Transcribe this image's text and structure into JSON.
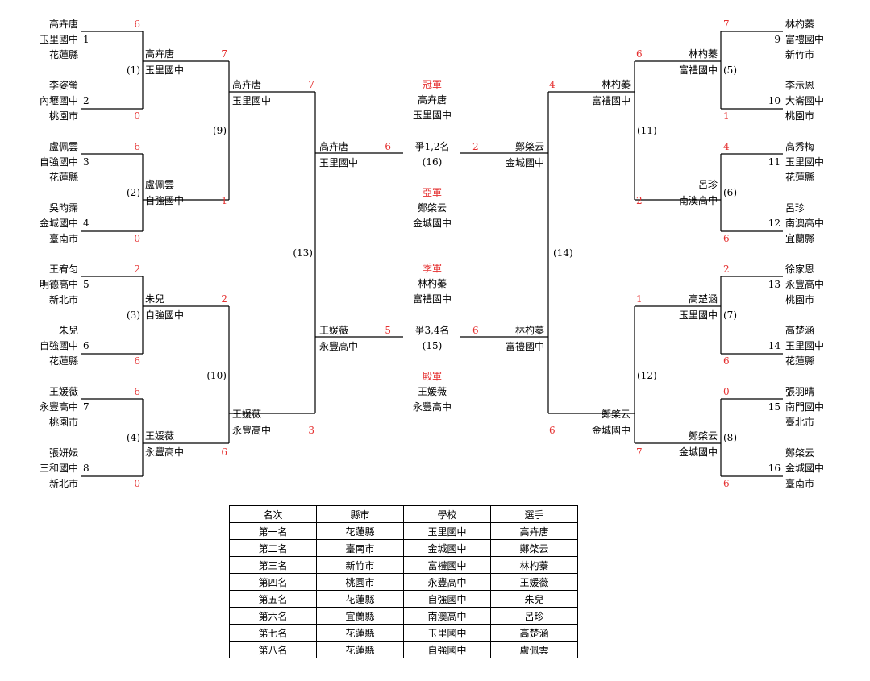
{
  "left_entries": [
    {
      "seed": "1",
      "name": "高卉唐",
      "school": "玉里國中",
      "county": "花蓮縣",
      "score": "6"
    },
    {
      "seed": "2",
      "name": "李姿瑩",
      "school": "內壢國中",
      "county": "桃園市",
      "score": "0"
    },
    {
      "seed": "3",
      "name": "盧佩雲",
      "school": "自強國中",
      "county": "花蓮縣",
      "score": "6"
    },
    {
      "seed": "4",
      "name": "吳昀霈",
      "school": "金城國中",
      "county": "臺南市",
      "score": "0"
    },
    {
      "seed": "5",
      "name": "王宥匀",
      "school": "明德高中",
      "county": "新北市",
      "score": "2"
    },
    {
      "seed": "6",
      "name": "朱兒",
      "school": "自強國中",
      "county": "花蓮縣",
      "score": "6"
    },
    {
      "seed": "7",
      "name": "王媛薇",
      "school": "永豐高中",
      "county": "桃園市",
      "score": "6"
    },
    {
      "seed": "8",
      "name": "張妍妘",
      "school": "三和國中",
      "county": "新北市",
      "score": "0"
    }
  ],
  "right_entries": [
    {
      "seed": "9",
      "name": "林杓蓁",
      "school": "富禮國中",
      "county": "新竹市",
      "score": "7"
    },
    {
      "seed": "10",
      "name": "李示恩",
      "school": "大崙國中",
      "county": "桃園市",
      "score": "1"
    },
    {
      "seed": "11",
      "name": "高秀梅",
      "school": "玉里國中",
      "county": "花蓮縣",
      "score": "4"
    },
    {
      "seed": "12",
      "name": "呂珍",
      "school": "南澳高中",
      "county": "宜蘭縣",
      "score": "6"
    },
    {
      "seed": "13",
      "name": "徐家恩",
      "school": "永豐高中",
      "county": "桃園市",
      "score": "2"
    },
    {
      "seed": "14",
      "name": "高楚涵",
      "school": "玉里國中",
      "county": "花蓮縣",
      "score": "6"
    },
    {
      "seed": "15",
      "name": "張羽晴",
      "school": "南門國中",
      "county": "臺北市",
      "score": "0"
    },
    {
      "seed": "16",
      "name": "鄭棨云",
      "school": "金城國中",
      "county": "臺南市",
      "score": "6"
    }
  ],
  "left_r2": [
    {
      "name": "高卉唐",
      "school": "玉里國中",
      "score": "7",
      "match": "(1)"
    },
    {
      "name": "盧佩雲",
      "school": "自強國中",
      "score": "1",
      "match": "(2)"
    },
    {
      "name": "朱兒",
      "school": "自強國中",
      "score": "2",
      "match": "(3)"
    },
    {
      "name": "王媛薇",
      "school": "永豐高中",
      "score": "6",
      "match": "(4)"
    }
  ],
  "right_r2": [
    {
      "name": "林杓蓁",
      "school": "富禮國中",
      "score": "6",
      "match": "(5)"
    },
    {
      "name": "呂珍",
      "school": "南澳高中",
      "score": "2",
      "match": "(6)"
    },
    {
      "name": "高楚涵",
      "school": "玉里國中",
      "score": "1",
      "match": "(7)"
    },
    {
      "name": "鄭棨云",
      "school": "金城國中",
      "score": "7",
      "match": "(8)"
    }
  ],
  "left_r3": [
    {
      "name": "高卉唐",
      "school": "玉里國中",
      "score": "7",
      "match": "(9)"
    },
    {
      "name": "王媛薇",
      "school": "永豐高中",
      "score": "3",
      "match": "(10)"
    }
  ],
  "right_r3": [
    {
      "name": "林杓蓁",
      "school": "富禮國中",
      "score": "4",
      "match": "(11)"
    },
    {
      "name": "鄭棨云",
      "school": "金城國中",
      "score": "6",
      "match": "(12)"
    }
  ],
  "left_r4": [
    {
      "name": "高卉唐",
      "school": "玉里國中",
      "score": "6"
    },
    {
      "name": "王媛薇",
      "school": "永豐高中",
      "score": "5"
    }
  ],
  "left_r4_match": "(13)",
  "right_r4": [
    {
      "name": "鄭棨云",
      "school": "金城國中",
      "score": "2"
    },
    {
      "name": "林杓蓁",
      "school": "富禮國中",
      "score": "6"
    }
  ],
  "right_r4_match": "(14)",
  "final": {
    "label": "爭1,2名",
    "match": "(16)"
  },
  "third": {
    "label": "爭3,4名",
    "match": "(15)"
  },
  "placements": [
    {
      "title": "冠軍",
      "name": "高卉唐",
      "school": "玉里國中"
    },
    {
      "title": "亞軍",
      "name": "鄭棨云",
      "school": "金城國中"
    },
    {
      "title": "季軍",
      "name": "林杓蓁",
      "school": "富禮國中"
    },
    {
      "title": "殿軍",
      "name": "王媛薇",
      "school": "永豐高中"
    }
  ],
  "results_table": {
    "headers": [
      "名次",
      "縣市",
      "學校",
      "選手"
    ],
    "rows": [
      [
        "第一名",
        "花蓮縣",
        "玉里國中",
        "高卉唐"
      ],
      [
        "第二名",
        "臺南市",
        "金城國中",
        "鄭棨云"
      ],
      [
        "第三名",
        "新竹市",
        "富禮國中",
        "林杓蓁"
      ],
      [
        "第四名",
        "桃園市",
        "永豐高中",
        "王媛薇"
      ],
      [
        "第五名",
        "花蓮縣",
        "自強國中",
        "朱兒"
      ],
      [
        "第六名",
        "宜蘭縣",
        "南澳高中",
        "呂珍"
      ],
      [
        "第七名",
        "花蓮縣",
        "玉里國中",
        "高楚涵"
      ],
      [
        "第八名",
        "花蓮縣",
        "自強國中",
        "盧佩雲"
      ]
    ]
  },
  "colors": {
    "score": "#e53030",
    "line": "#000000"
  }
}
